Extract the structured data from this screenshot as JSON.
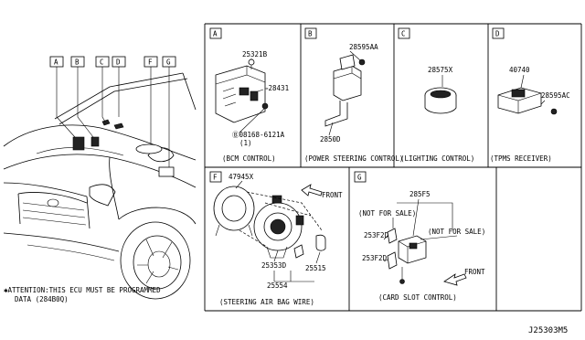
{
  "callouts": [
    "A",
    "B",
    "C",
    "D",
    "F",
    "G"
  ],
  "attention": {
    "line1": "✱ATTENTION:THIS ECU MUST BE PROGRAMMED",
    "line2": "DATA (284B0Q)"
  },
  "panels": {
    "A": {
      "letter": "A",
      "caption": "(BCM CONTROL)",
      "parts": [
        "25321B",
        "✑28431",
        "Ⓑ08168-6121A",
        "(1)"
      ]
    },
    "B": {
      "letter": "B",
      "caption": "(POWER STEERING CONTROL)",
      "parts": [
        "28595AA",
        "2850D"
      ]
    },
    "C": {
      "letter": "C",
      "caption": "(LIGHTING CONTROL)",
      "parts": [
        "28575X"
      ]
    },
    "D": {
      "letter": "D",
      "caption": "(TPMS RECEIVER)",
      "parts": [
        "40740",
        "28595AC"
      ]
    },
    "F": {
      "letter": "F",
      "caption": "(STEERING AIR BAG WIRE)",
      "parts": [
        "47945X",
        "25353D",
        "25515",
        "25554"
      ],
      "front": "FRONT"
    },
    "G": {
      "letter": "G",
      "caption": "(CARD SLOT CONTROL)",
      "parts": [
        "285F5",
        "(NOT FOR SALE)",
        "(NOT FOR SALE)",
        "253F2D",
        "253F2D"
      ],
      "front": "FRONT"
    }
  },
  "diagram_code": "J25303M5"
}
